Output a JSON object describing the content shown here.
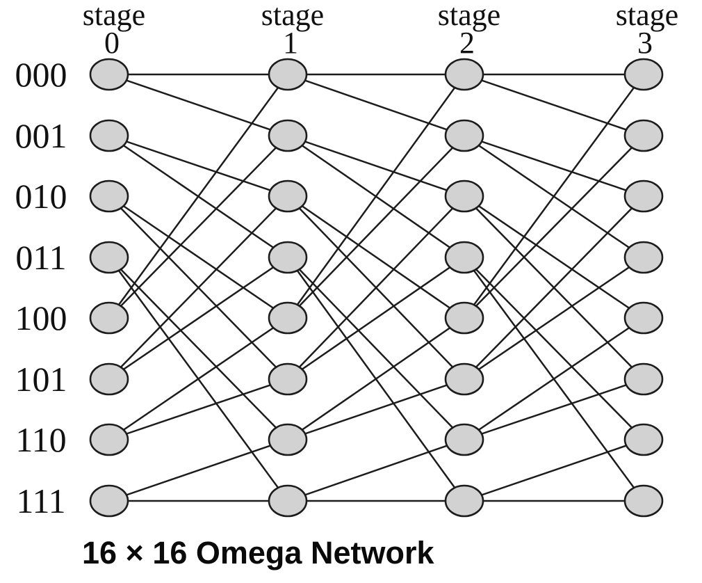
{
  "figure": {
    "caption": "16 × 16 Omega Network",
    "stages": [
      {
        "label": "stage",
        "number": "0"
      },
      {
        "label": "stage",
        "number": "1"
      },
      {
        "label": "stage",
        "number": "2"
      },
      {
        "label": "stage",
        "number": "3"
      }
    ],
    "row_labels": [
      "000",
      "001",
      "010",
      "011",
      "100",
      "101",
      "110",
      "111"
    ],
    "network": {
      "type": "omega",
      "size": "16 × 16",
      "stage_count": 4,
      "switches_per_stage": 8,
      "shuffle_pattern": "node i connects to nodes (2i mod 8) and (2i+1 mod 8) of the next stage",
      "edges_per_gap": [
        [
          0,
          0
        ],
        [
          0,
          1
        ],
        [
          1,
          2
        ],
        [
          1,
          3
        ],
        [
          2,
          4
        ],
        [
          2,
          5
        ],
        [
          3,
          6
        ],
        [
          3,
          7
        ],
        [
          4,
          0
        ],
        [
          4,
          1
        ],
        [
          5,
          2
        ],
        [
          5,
          3
        ],
        [
          6,
          4
        ],
        [
          6,
          5
        ],
        [
          7,
          6
        ],
        [
          7,
          7
        ]
      ]
    },
    "colors": {
      "node_fill": "#d2d2d2",
      "line": "#1c1c1c",
      "text": "#111111",
      "background": "#ffffff"
    }
  }
}
